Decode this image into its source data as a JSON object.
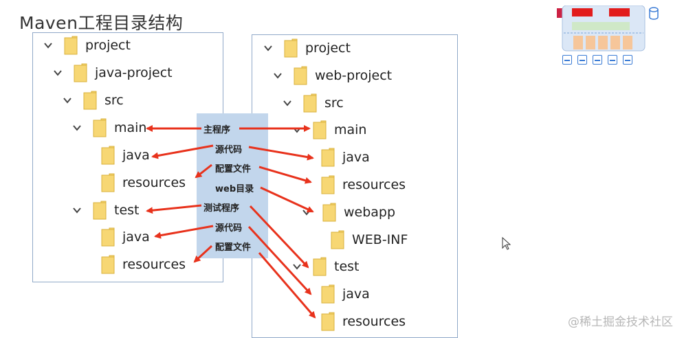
{
  "title": "Maven工程目录结构",
  "left_tree": [
    {
      "label": "project"
    },
    {
      "label": "java-project"
    },
    {
      "label": "src"
    },
    {
      "label": "main"
    },
    {
      "label": "java"
    },
    {
      "label": "resources"
    },
    {
      "label": "test"
    },
    {
      "label": "java"
    },
    {
      "label": "resources"
    }
  ],
  "right_tree": [
    {
      "label": "project"
    },
    {
      "label": "web-project"
    },
    {
      "label": "src"
    },
    {
      "label": "main"
    },
    {
      "label": "java"
    },
    {
      "label": "resources"
    },
    {
      "label": "webapp"
    },
    {
      "label": "WEB-INF"
    },
    {
      "label": "test"
    },
    {
      "label": "java"
    },
    {
      "label": "resources"
    }
  ],
  "center_labels": [
    "主程序",
    "源代码",
    "配置文件",
    "web目录",
    "测试程序",
    "源代码",
    "配置文件"
  ],
  "watermark": "@稀土掘金技术社区",
  "colors": {
    "arrow": "#e8321c",
    "folder": "#f7d774",
    "folder_edge": "#d9b13b",
    "panel_border": "#8fa8c8",
    "center_bg": "#c2d6ec"
  }
}
